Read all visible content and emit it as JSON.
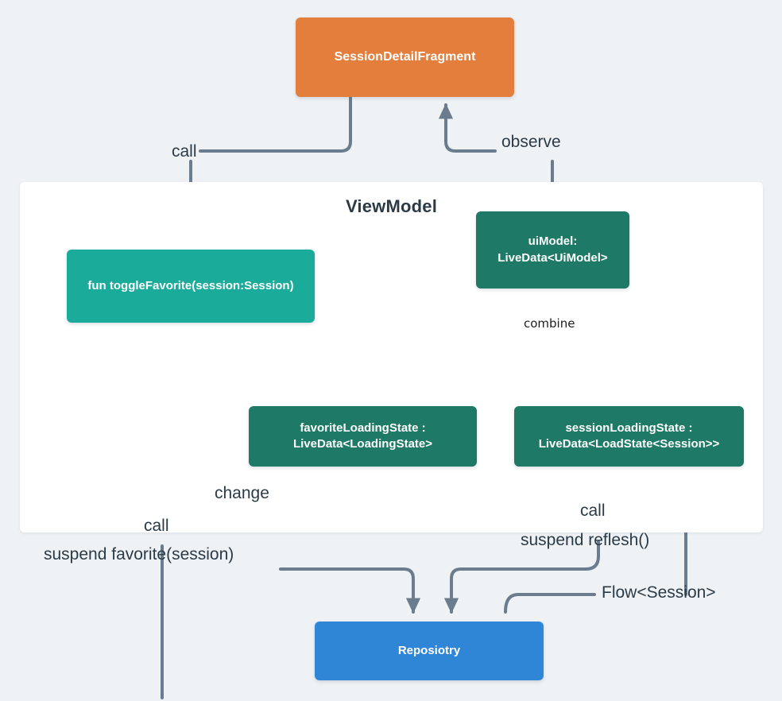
{
  "diagram": {
    "type": "architecture-flow-diagram",
    "background_color": "#eff2f5",
    "container": {
      "title": "ViewModel",
      "background_color": "#ffffff"
    },
    "nodes": [
      {
        "id": "fragment",
        "label": "SessionDetailFragment",
        "color": "#e37e3c",
        "layer": "view"
      },
      {
        "id": "toggle-favorite",
        "label": "fun toggleFavorite(session:Session)",
        "color": "#1aab9b",
        "layer": "viewmodel"
      },
      {
        "id": "ui-model",
        "label_line1": "uiModel:",
        "label_line2": "LiveData<UiModel>",
        "color": "#1e7a66",
        "layer": "viewmodel"
      },
      {
        "id": "favorite-loading-state",
        "label_line1": "favoriteLoadingState :",
        "label_line2": "LiveData<LoadingState>",
        "color": "#1e7a66",
        "layer": "viewmodel"
      },
      {
        "id": "session-loading-state",
        "label_line1": "sessionLoadingState :",
        "label_line2": "LiveData<LoadState<Session>>",
        "color": "#1e7a66",
        "layer": "viewmodel"
      },
      {
        "id": "repository",
        "label": "Reposiotry",
        "color": "#3086d6",
        "layer": "data"
      }
    ],
    "edges": [
      {
        "id": "call-top",
        "label": "call",
        "from": "fragment",
        "to": "toggle-favorite",
        "style": "solid",
        "color": "#6b7c8e"
      },
      {
        "id": "observe",
        "label": "observe",
        "from": "ui-model",
        "to": "fragment",
        "style": "solid",
        "color": "#6b7c8e"
      },
      {
        "id": "combine",
        "label": "combine",
        "from": "loading-states",
        "to": "ui-model",
        "style": "dashed",
        "color": "#e3803c"
      },
      {
        "id": "change",
        "label": "change",
        "from": "toggle-favorite",
        "to": "favorite-loading-state",
        "style": "solid",
        "color": "#6b7c8e"
      },
      {
        "id": "call-left",
        "label": "call",
        "from": "repository",
        "to": "toggle-favorite",
        "style": "solid",
        "color": "#6b7c8e"
      },
      {
        "id": "suspend-fav",
        "label": "suspend favorite(session)",
        "from": "toggle-favorite",
        "to": "repository",
        "style": "solid",
        "color": "#6b7c8e"
      },
      {
        "id": "call-right",
        "label": "call",
        "from": "repository",
        "to": "session-loading-state",
        "style": "solid",
        "color": "#6b7c8e"
      },
      {
        "id": "suspend-ref",
        "label": "suspend reflesh()",
        "from": "session-loading-state",
        "to": "repository",
        "style": "solid",
        "color": "#6b7c8e"
      },
      {
        "id": "flow-session",
        "label": "Flow<Session>",
        "from": "repository",
        "to": "session-loading-state",
        "style": "solid",
        "color": "#6b7c8e"
      }
    ]
  }
}
